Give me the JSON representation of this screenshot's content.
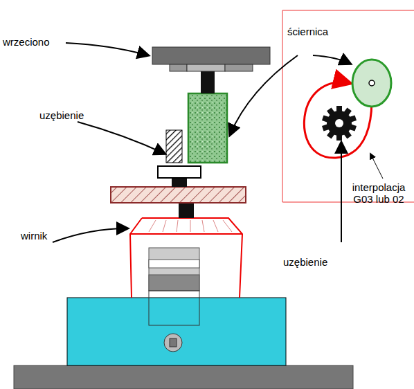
{
  "diagram": {
    "labels": [
      "wrzeciono",
      "ściernica",
      "uzębienie",
      "wirnik",
      "interpolacja G03 lub 02",
      "uzębienie"
    ]
  }
}
